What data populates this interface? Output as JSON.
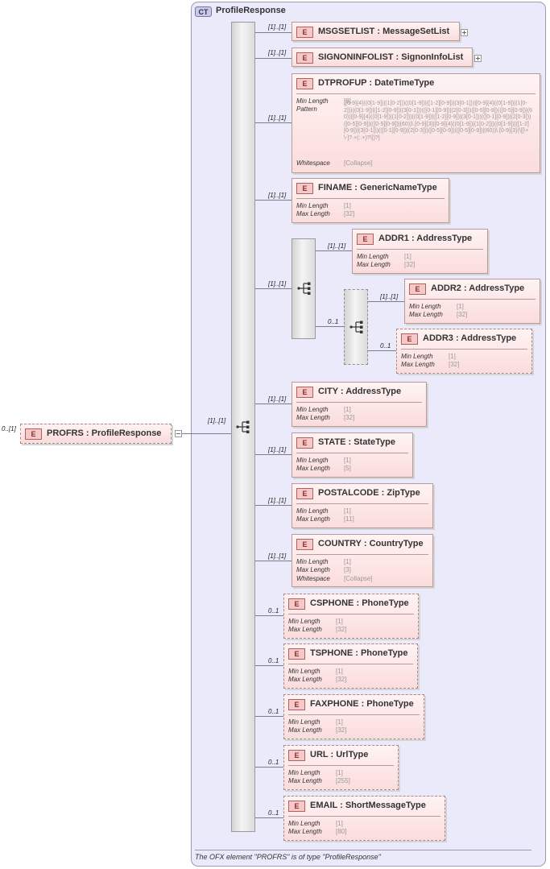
{
  "root": {
    "badge": "E",
    "name": "PROFRS",
    "type": "ProfileResponse",
    "cardinality": "0..[1]"
  },
  "complex_type": {
    "badge": "CT",
    "name": "ProfileResponse",
    "sequence_cardinality": "[1]..[1]",
    "footer_note": "The OFX element \"PROFRS\" is of type \"ProfileResponse\""
  },
  "elements": [
    {
      "name": "MSGSETLIST",
      "type": "MessageSetList",
      "cardinality": "[1]..[1]"
    },
    {
      "name": "SIGNONINFOLIST",
      "type": "SignonInfoList",
      "cardinality": "[1]..[1]"
    },
    {
      "name": "DTPROFUP",
      "type": "DateTimeType",
      "cardinality": "[1]..[1]",
      "facets": [
        {
          "label": "Min Length",
          "value": "[8]"
        },
        {
          "label": "Pattern",
          "value": ""
        },
        {
          "label": "Whitespace",
          "value": "[Collapse]"
        }
      ],
      "pattern": "[[0-9]{4}((0[1-9])|(1[0-2]))((0[1-9])|([1-2][0-9])|(3[0-1]))|[0-9]{4}((0[1-9])|(1[0-2]))((0[1-9])|([1-2][0-9])|(3[0-1]))(([0-1][0-9])|(2[0-3]))([0-5][0-9])(([0-5][0-9])|(60))|[0-9]{4}((0[1-9])|(1[0-2]))((0[1-9])|([1-2][0-9])|(3[0-1]))(([0-1][0-9])|(2[0-3]))([0-5][0-9])(([0-5][0-9])|(60))\\.[0-9]{3}|[0-9]{4}((0[1-9])|(1[0-2]))((0[1-9])|([1-2][0-9])|(3[0-1]))(([0-1][0-9])|(2[0-3]))([0-5][0-9])(([0-5][0-9])|(60))\\.[0-9]{3}(\\[[\\+\\-]?.+(:.+)?\\])?]"
    },
    {
      "name": "FINAME",
      "type": "GenericNameType",
      "cardinality": "[1]..[1]",
      "facets": [
        {
          "label": "Min Length",
          "value": "[1]"
        },
        {
          "label": "Max Length",
          "value": "[32]"
        }
      ]
    },
    {
      "name": "ADDR1",
      "type": "AddressType",
      "cardinality": "[1]..[1]",
      "facets": [
        {
          "label": "Min Length",
          "value": "[1]"
        },
        {
          "label": "Max Length",
          "value": "[32]"
        }
      ]
    },
    {
      "name": "ADDR2",
      "type": "AddressType",
      "cardinality": "[1]..[1]",
      "facets": [
        {
          "label": "Min Length",
          "value": "[1]"
        },
        {
          "label": "Max Length",
          "value": "[32]"
        }
      ]
    },
    {
      "name": "ADDR3",
      "type": "AddressType",
      "cardinality": "0..1",
      "facets": [
        {
          "label": "Min Length",
          "value": "[1]"
        },
        {
          "label": "Max Length",
          "value": "[32]"
        }
      ]
    },
    {
      "name": "CITY",
      "type": "AddressType",
      "cardinality": "[1]..[1]",
      "facets": [
        {
          "label": "Min Length",
          "value": "[1]"
        },
        {
          "label": "Max Length",
          "value": "[32]"
        }
      ]
    },
    {
      "name": "STATE",
      "type": "StateType",
      "cardinality": "[1]..[1]",
      "facets": [
        {
          "label": "Min Length",
          "value": "[1]"
        },
        {
          "label": "Max Length",
          "value": "[5]"
        }
      ]
    },
    {
      "name": "POSTALCODE",
      "type": "ZipType",
      "cardinality": "[1]..[1]",
      "facets": [
        {
          "label": "Min Length",
          "value": "[1]"
        },
        {
          "label": "Max Length",
          "value": "[11]"
        }
      ]
    },
    {
      "name": "COUNTRY",
      "type": "CountryType",
      "cardinality": "[1]..[1]",
      "facets": [
        {
          "label": "Min Length",
          "value": "[1]"
        },
        {
          "label": "Max Length",
          "value": "[3]"
        },
        {
          "label": "Whitespace",
          "value": "[Collapse]"
        }
      ]
    },
    {
      "name": "CSPHONE",
      "type": "PhoneType",
      "cardinality": "0..1",
      "facets": [
        {
          "label": "Min Length",
          "value": "[1]"
        },
        {
          "label": "Max Length",
          "value": "[32]"
        }
      ]
    },
    {
      "name": "TSPHONE",
      "type": "PhoneType",
      "cardinality": "0..1",
      "facets": [
        {
          "label": "Min Length",
          "value": "[1]"
        },
        {
          "label": "Max Length",
          "value": "[32]"
        }
      ]
    },
    {
      "name": "FAXPHONE",
      "type": "PhoneType",
      "cardinality": "0..1",
      "facets": [
        {
          "label": "Min Length",
          "value": "[1]"
        },
        {
          "label": "Max Length",
          "value": "[32]"
        }
      ]
    },
    {
      "name": "URL",
      "type": "UrlType",
      "cardinality": "0..1",
      "facets": [
        {
          "label": "Min Length",
          "value": "[1]"
        },
        {
          "label": "Max Length",
          "value": "[255]"
        }
      ]
    },
    {
      "name": "EMAIL",
      "type": "ShortMessageType",
      "cardinality": "0..1",
      "facets": [
        {
          "label": "Min Length",
          "value": "[1]"
        },
        {
          "label": "Max Length",
          "value": "[80]"
        }
      ]
    }
  ],
  "address_sequence": {
    "cardinality": "[1]..[1]",
    "inner_cardinality": "0..1"
  }
}
